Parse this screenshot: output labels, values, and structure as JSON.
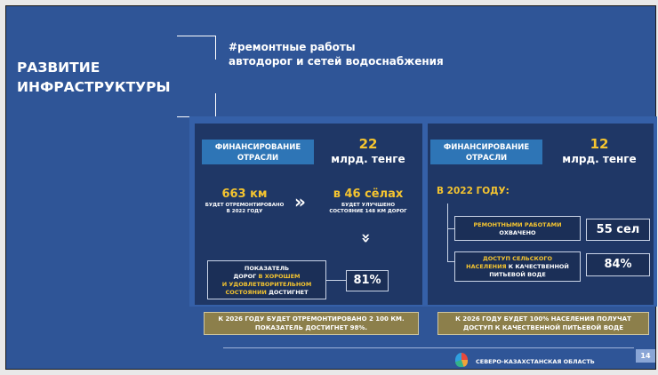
{
  "title": [
    "РАЗВИТИЕ",
    "ИНФРАСТРУКТУРЫ"
  ],
  "subtitle": [
    "#ремонтные работы",
    "автодорог и сетей водоснабжения"
  ],
  "left": {
    "label": [
      "ФИНАНСИРОВАНИЕ",
      "ОТРАСЛИ"
    ],
    "amount": "22",
    "unit": "млрд. тенге",
    "km": "663 км",
    "km_desc": [
      "БУДЕТ ОТРЕМОНТИРОВАНО",
      "В 2022 ГОДУ"
    ],
    "villages": "в 46 сёлах",
    "villages_desc": [
      "БУДЕТ УЛУЧШЕНО",
      "СОСТОЯНИЕ 148 КМ ДОРОГ"
    ],
    "indicator": {
      "p1": "ПОКАЗАТЕЛЬ",
      "p2a": "ДОРОГ ",
      "p2b": "В ХОРОШЕМ",
      "p3": "И УДОВЛЕТВОРИТЕЛЬНОМ",
      "p4a": "СОСТОЯНИИ",
      "p4b": " ДОСТИГНЕТ"
    },
    "percent": "81%",
    "banner": [
      "К 2026 ГОДУ БУДЕТ ОТРЕМОНТИРОВАНО 2 100 КМ.",
      "ПОКАЗАТЕЛЬ ДОСТИГНЕТ 98%."
    ]
  },
  "right": {
    "label": [
      "ФИНАНСИРОВАНИЕ",
      "ОТРАСЛИ"
    ],
    "amount": "12",
    "unit": "млрд. тенге",
    "year": "В 2022 ГОДУ:",
    "row1": {
      "a": "РЕМОНТНЫМИ РАБОТАМИ",
      "b": "ОХВАЧЕНО",
      "value": "55 сел"
    },
    "row2": {
      "a": "ДОСТУП СЕЛЬСКОГО",
      "b1": "НАСЕЛЕНИЯ",
      "b2": " К КАЧЕСТВЕННОЙ",
      "c": "ПИТЬЕВОЙ ВОДЕ",
      "value": "84%"
    },
    "banner": [
      "К 2026 ГОДУ БУДЕТ 100% НАСЕЛЕНИЯ ПОЛУЧАТ",
      "ДОСТУП К КАЧЕСТВЕННОЙ ПИТЬЕВОЙ ВОДЕ"
    ]
  },
  "footer": {
    "region": "СЕВЕРО-КАЗАХСТАНСКАЯ ОБЛАСТЬ",
    "page": "14"
  }
}
